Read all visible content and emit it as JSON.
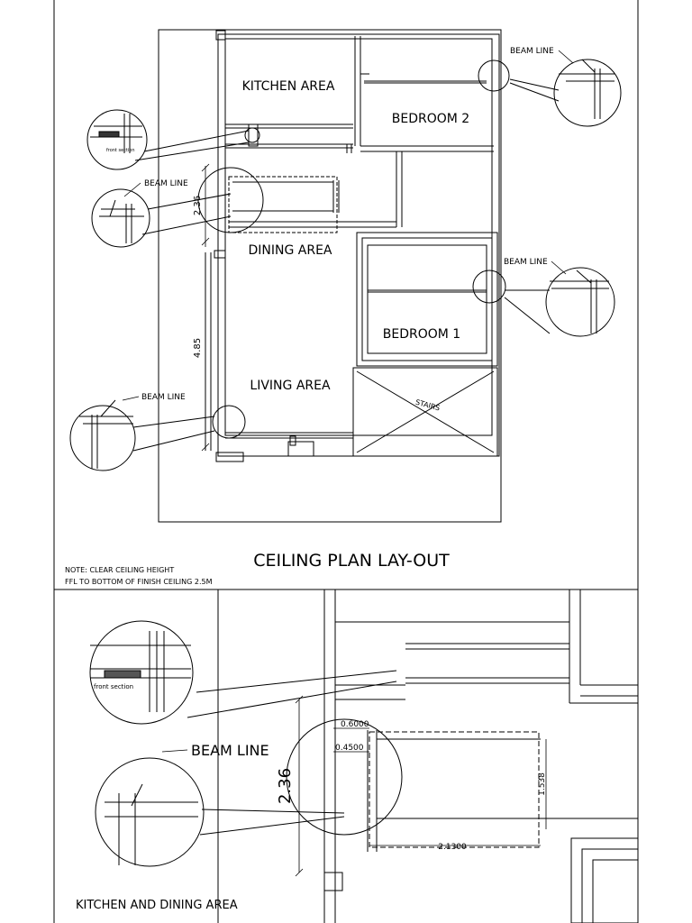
{
  "top_panel": {
    "title": "CEILING PLAN LAY-OUT",
    "note_line1": "NOTE: CLEAR CEILING HEIGHT",
    "note_line2": "FFL TO BOTTOM OF FINISH CEILING 2.5M",
    "rooms": {
      "kitchen": "KITCHEN AREA",
      "bedroom2": "BEDROOM 2",
      "dining": "DINING AREA",
      "bedroom1": "BEDROOM 1",
      "living": "LIVING AREA",
      "stairs": "STAIRS"
    },
    "beam_label": "BEAM LINE",
    "dim_236": "2.36",
    "dim_485": "4.85",
    "front_section": "front section"
  },
  "bottom_panel": {
    "title": "KITCHEN AND DINING AREA",
    "beam_label": "BEAM LINE",
    "dim_236": "2.36",
    "dim_0600": "0.6000",
    "dim_0450": "0.4500",
    "dim_2130": "2.1300",
    "dim_1538": "1.538",
    "front_section": "front section"
  }
}
